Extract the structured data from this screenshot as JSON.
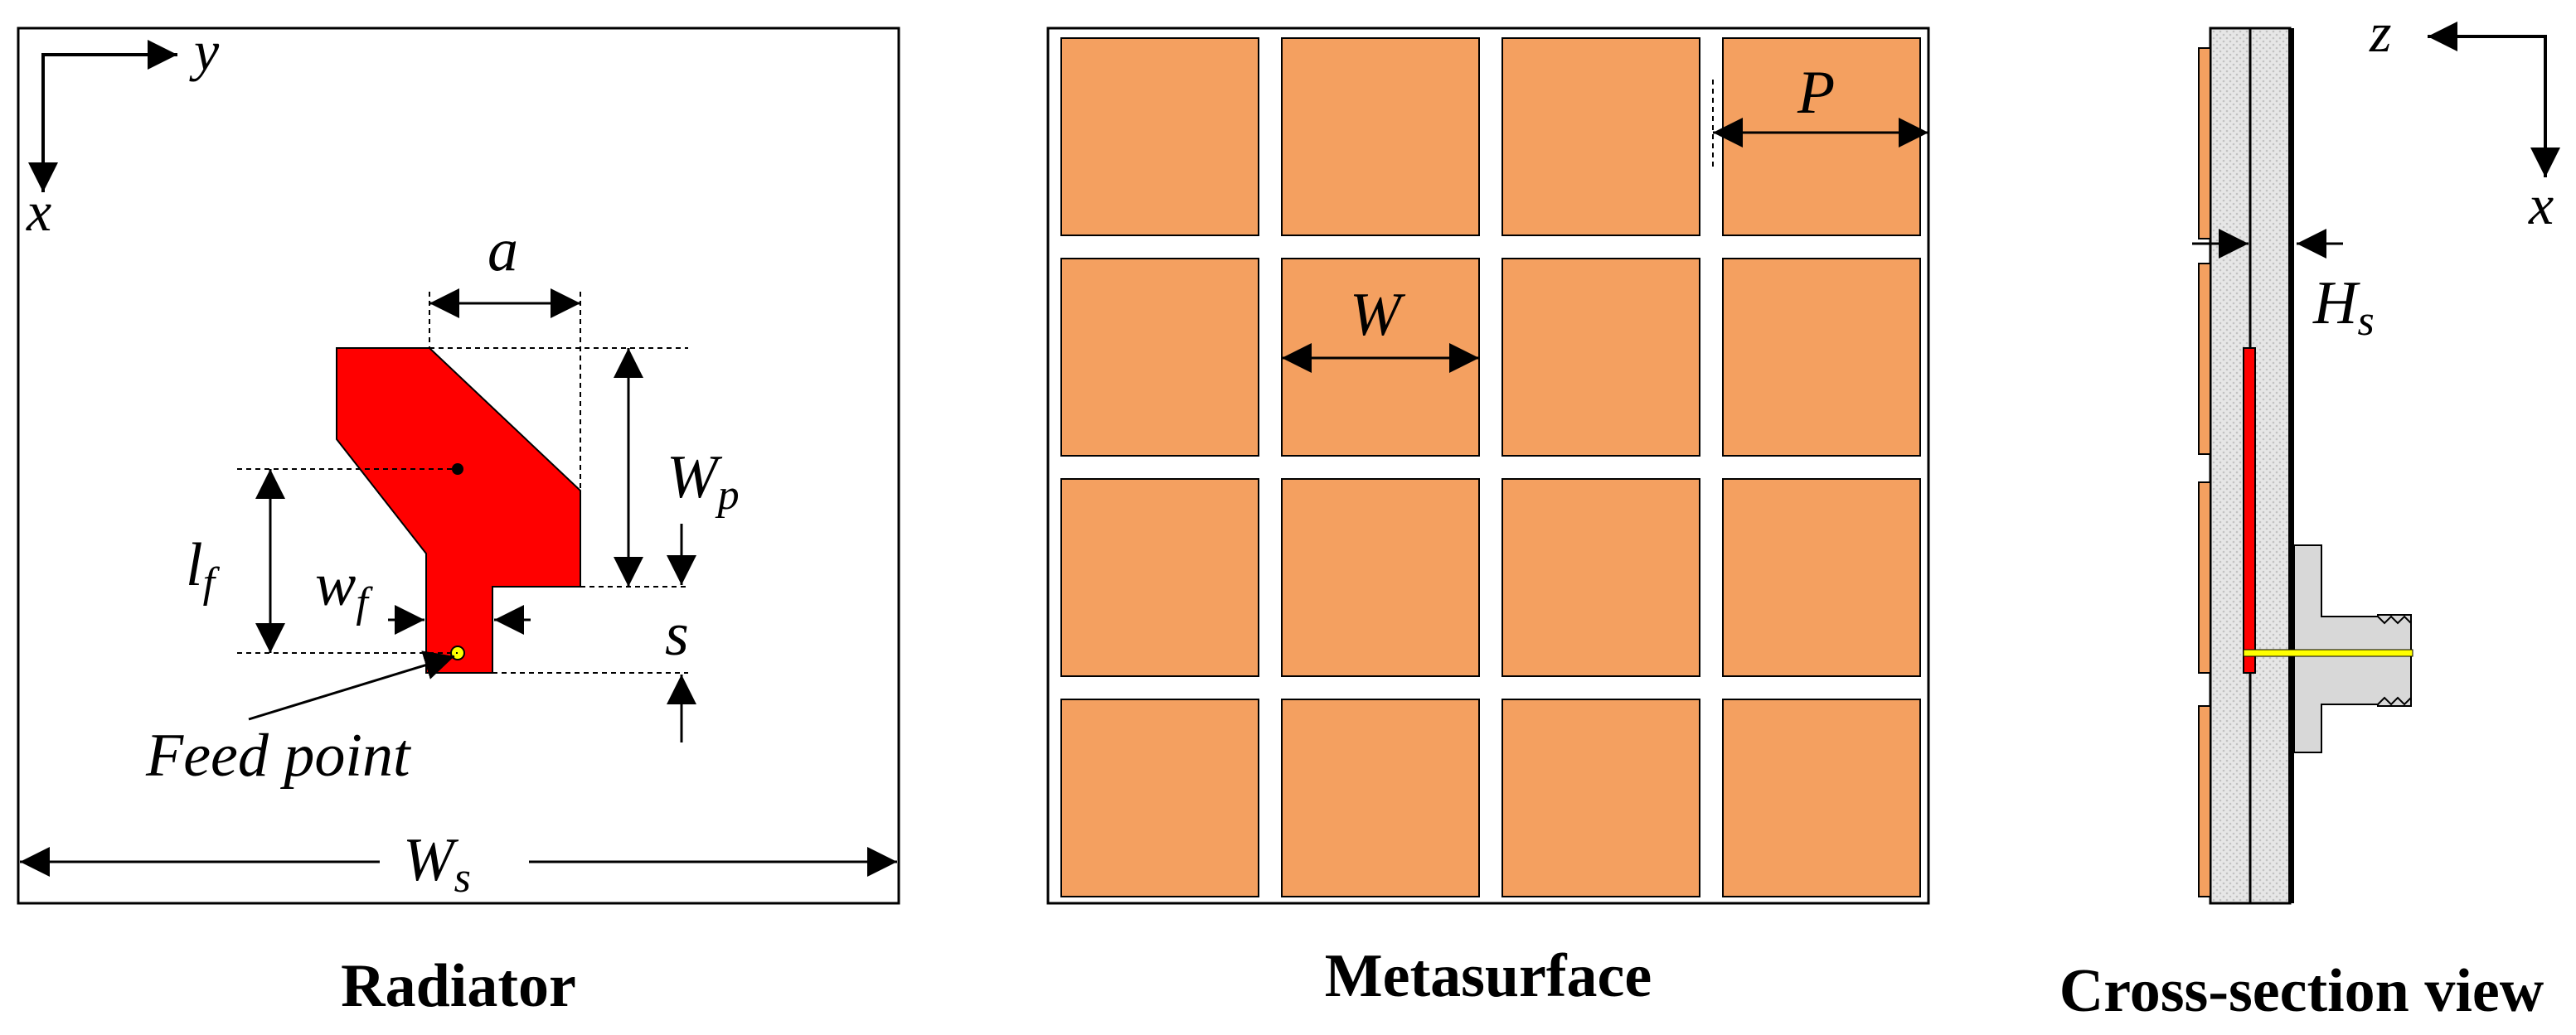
{
  "radiator": {
    "caption": "Radiator",
    "axis_y": "y",
    "axis_x": "x",
    "label_a": "a",
    "label_wp": "W",
    "label_wp_sub": "p",
    "label_lf": "l",
    "label_lf_sub": "f",
    "label_wf": "w",
    "label_wf_sub": "f",
    "label_s": "s",
    "label_feed": "Feed point",
    "label_ws": "W",
    "label_ws_sub": "s",
    "patch_color": "#ff0000",
    "feed_dot_color": "#ffff00"
  },
  "metasurface": {
    "caption": "Metasurface",
    "rows": 4,
    "cols": 4,
    "label_p": "P",
    "label_w": "W",
    "cell_color": "#f4a060"
  },
  "cross_section": {
    "caption": "Cross-section view",
    "axis_z": "z",
    "axis_x": "x",
    "label_hs": "H",
    "label_hs_sub": "s",
    "substrate_color": "#e4e4e4",
    "cell_color": "#f4a060",
    "patch_color": "#ff0000",
    "probe_color": "#ffff00",
    "connector_color": "#d8d8d8"
  }
}
